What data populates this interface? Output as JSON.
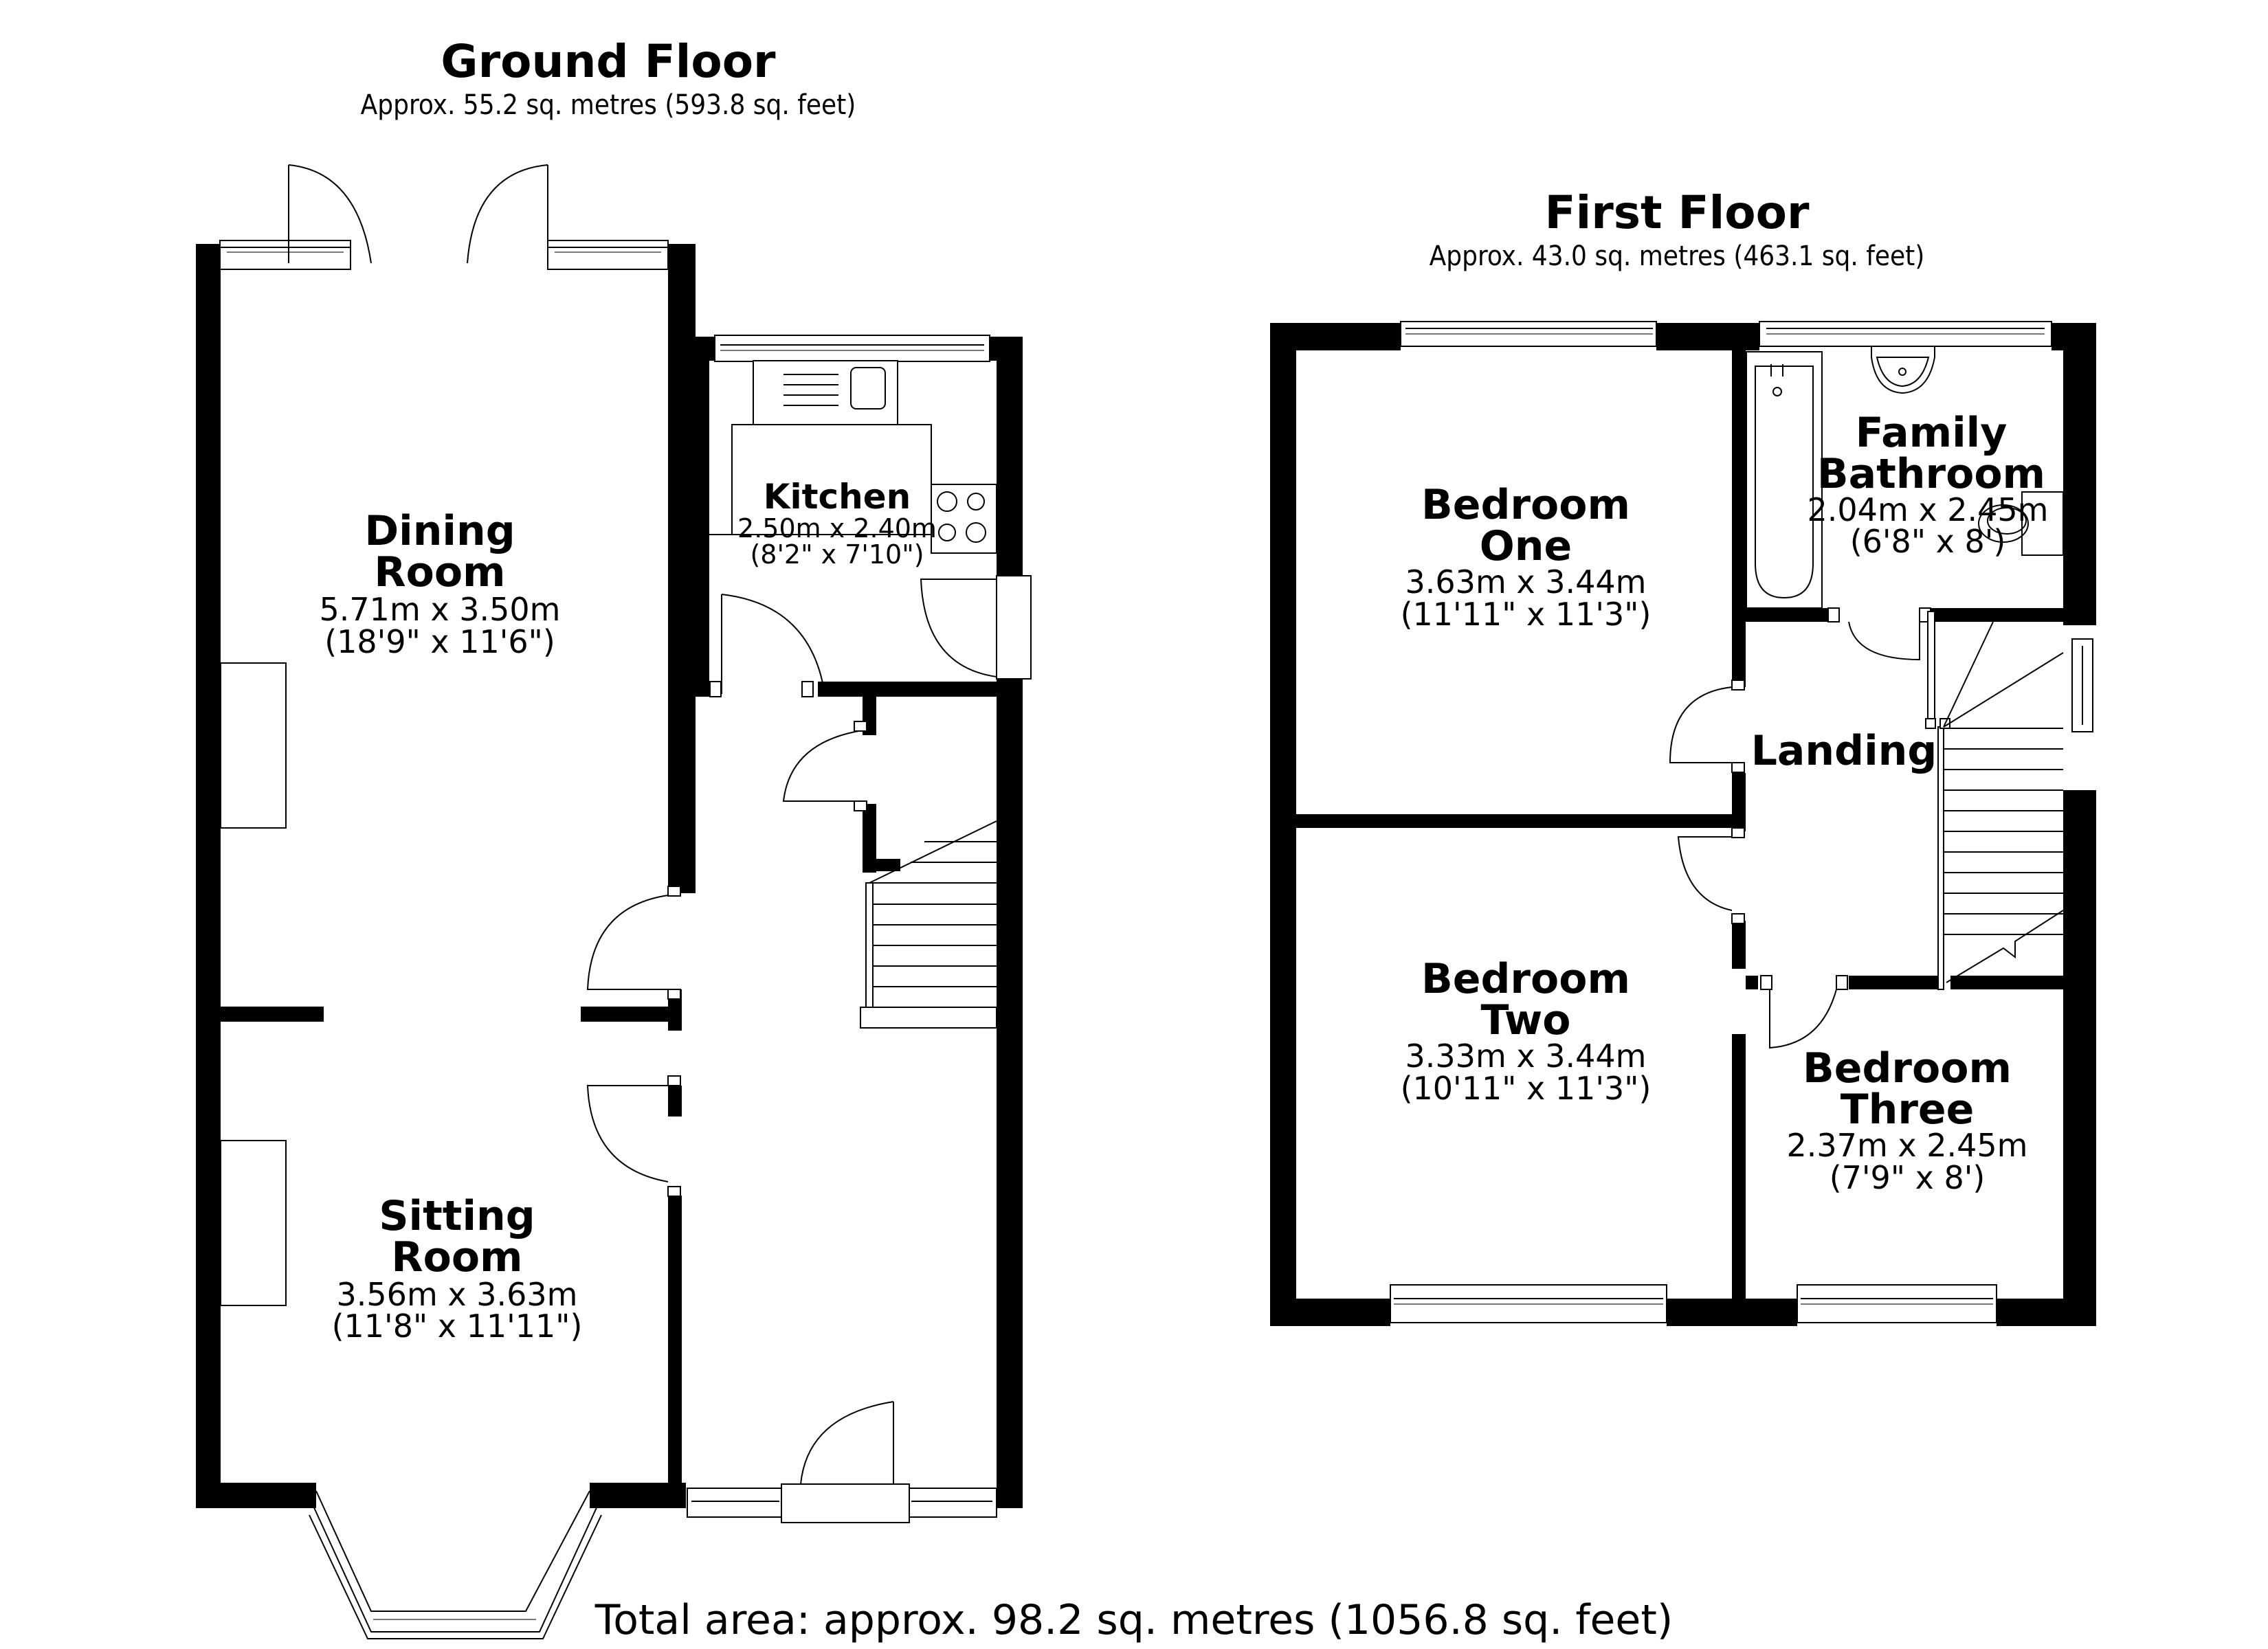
{
  "ground_floor": {
    "title": "Ground Floor",
    "area": "Approx. 55.2 sq. metres (593.8 sq. feet)",
    "rooms": [
      {
        "name_line1": "Dining",
        "name_line2": "Room",
        "metric": "5.71m x 3.50m",
        "imperial": "(18'9\" x 11'6\")"
      },
      {
        "name_line1": "Sitting",
        "name_line2": "Room",
        "metric": "3.56m x 3.63m",
        "imperial": "(11'8\" x 11'11\")"
      },
      {
        "name_line1": "Kitchen",
        "name_line2": "",
        "metric": "2.50m x 2.40m",
        "imperial": "(8'2\" x 7'10\")"
      }
    ]
  },
  "first_floor": {
    "title": "First Floor",
    "area": "Approx. 43.0 sq. metres (463.1 sq. feet)",
    "rooms": [
      {
        "name_line1": "Bedroom",
        "name_line2": "One",
        "metric": "3.63m x 3.44m",
        "imperial": "(11'11\" x 11'3\")"
      },
      {
        "name_line1": "Family",
        "name_line2": "Bathroom",
        "metric": "2.04m x 2.45m",
        "imperial": "(6'8\" x 8')"
      },
      {
        "name_line1": "Landing",
        "name_line2": "",
        "metric": "",
        "imperial": ""
      },
      {
        "name_line1": "Bedroom",
        "name_line2": "Two",
        "metric": "3.33m x 3.44m",
        "imperial": "(10'11\" x 11'3\")"
      },
      {
        "name_line1": "Bedroom",
        "name_line2": "Three",
        "metric": "2.37m x 2.45m",
        "imperial": "(7'9\" x 8')"
      }
    ]
  },
  "total_area": "Total area: approx. 98.2 sq. metres (1056.8 sq. feet)",
  "colors": {
    "wall": "#000000",
    "background": "#ffffff",
    "fixture_line": "#000000"
  }
}
